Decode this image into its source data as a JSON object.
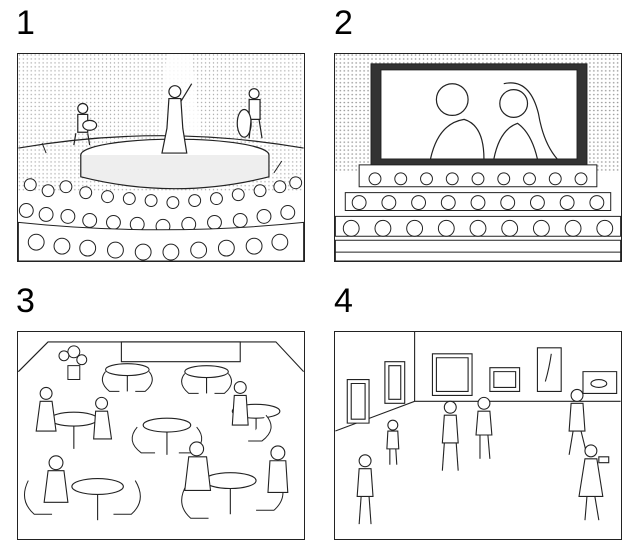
{
  "panels": [
    {
      "number": "1",
      "scene": "concert"
    },
    {
      "number": "2",
      "scene": "cinema"
    },
    {
      "number": "3",
      "scene": "cafe"
    },
    {
      "number": "4",
      "scene": "gallery"
    }
  ],
  "colors": {
    "ink": "#222222",
    "tone": "#c8c8c8",
    "paper": "#ffffff"
  }
}
